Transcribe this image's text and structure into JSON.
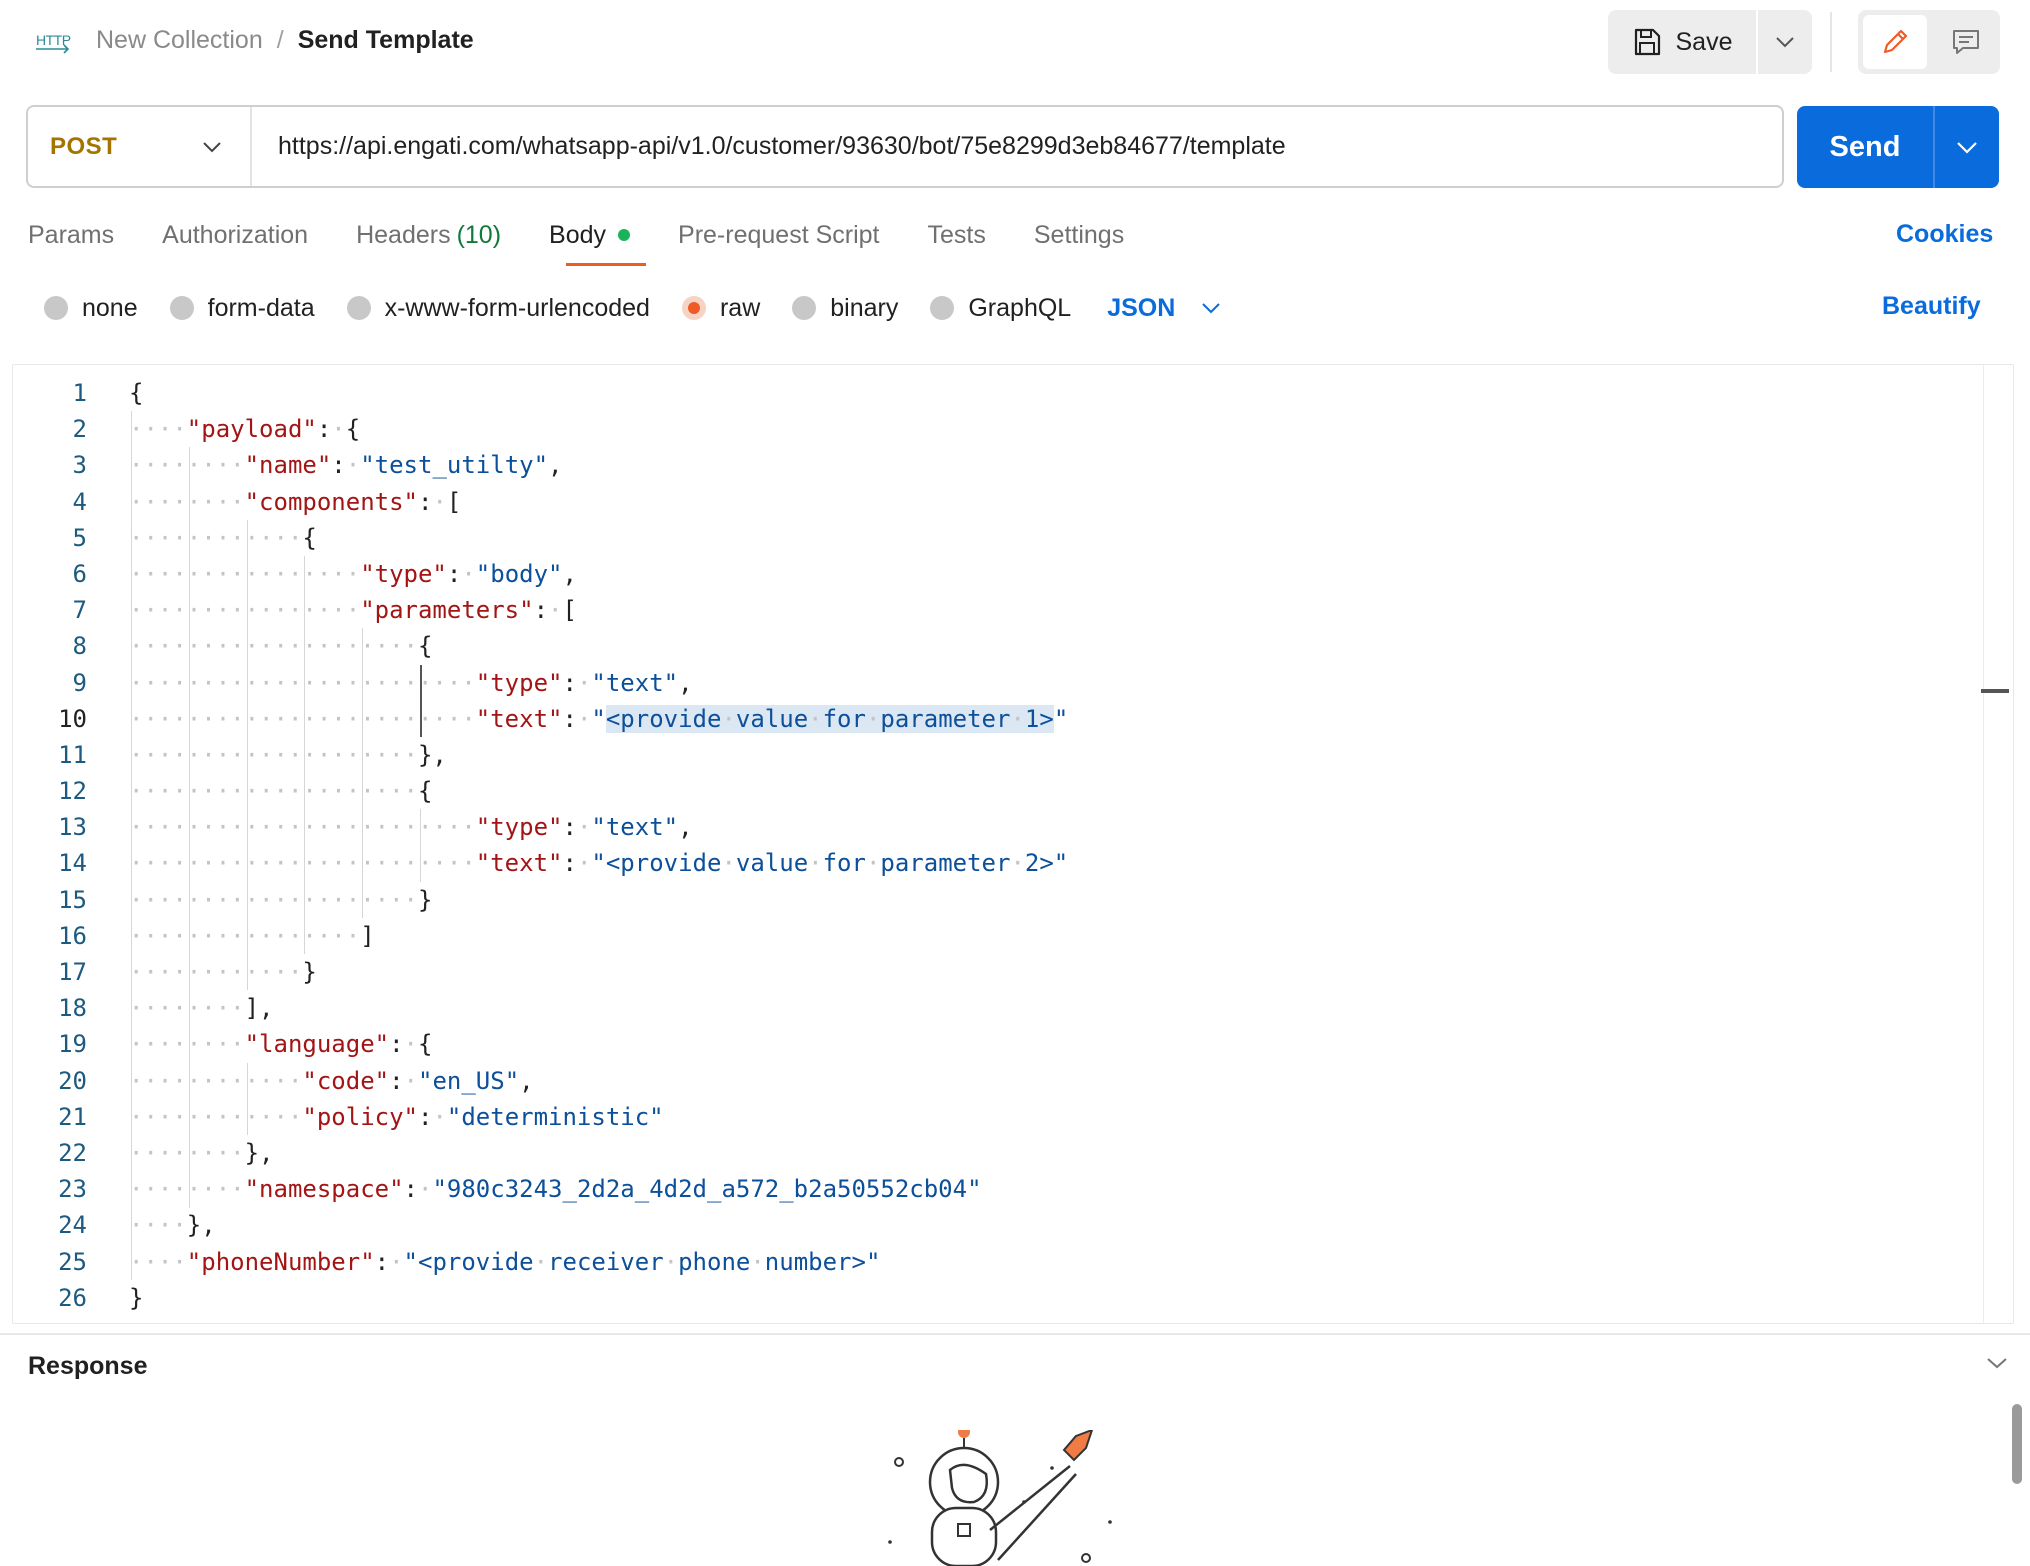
{
  "header": {
    "protocol_label": "HTTP",
    "breadcrumb_parent": "New Collection",
    "breadcrumb_sep": "/",
    "breadcrumb_current": "Send Template",
    "save_label": "Save"
  },
  "request": {
    "method": "POST",
    "url": "https://api.engati.com/whatsapp-api/v1.0/customer/93630/bot/75e8299d3eb84677/template",
    "send_label": "Send"
  },
  "tabs": {
    "params": "Params",
    "authorization": "Authorization",
    "headers": "Headers",
    "headers_count": "(10)",
    "body": "Body",
    "prerequest": "Pre-request Script",
    "tests": "Tests",
    "settings": "Settings",
    "cookies": "Cookies"
  },
  "body_types": {
    "none": "none",
    "form_data": "form-data",
    "urlencoded": "x-www-form-urlencoded",
    "raw": "raw",
    "binary": "binary",
    "graphql": "GraphQL",
    "language": "JSON",
    "beautify": "Beautify"
  },
  "editor": {
    "lines": [
      "{",
      "    \"payload\": {",
      "        \"name\": \"test_utilty\",",
      "        \"components\": [",
      "            {",
      "                \"type\": \"body\",",
      "                \"parameters\": [",
      "                    {",
      "                        \"type\": \"text\",",
      "                        \"text\": \"<provide value for parameter 1>\"",
      "                    },",
      "                    {",
      "                        \"type\": \"text\",",
      "                        \"text\": \"<provide value for parameter 2>\"",
      "                    }",
      "                ]",
      "            }",
      "        ],",
      "        \"language\": {",
      "            \"code\": \"en_US\",",
      "            \"policy\": \"deterministic\"",
      "        },",
      "        \"namespace\": \"980c3243_2d2a_4d2d_a572_b2a50552cb04\"",
      "    },",
      "    \"phoneNumber\": \"<provide receiver phone number>\"",
      "}"
    ],
    "current_line": 10,
    "highlight_text": "<provide value for parameter 1>"
  },
  "response": {
    "title": "Response"
  },
  "colors": {
    "accent_blue": "#0a6bdd",
    "method_post": "#a37500",
    "json_key": "#a31515",
    "json_string": "#0c4f9a",
    "tab_active_underline": "#ef5b25",
    "headers_count": "#0f7a3a"
  },
  "icons": {
    "protocol": "http-icon",
    "save": "floppy-disk-icon",
    "edit": "pencil-icon",
    "comment": "comment-icon",
    "caret": "chevron-down-icon",
    "empty_state": "astronaut-rocket-illustration"
  }
}
